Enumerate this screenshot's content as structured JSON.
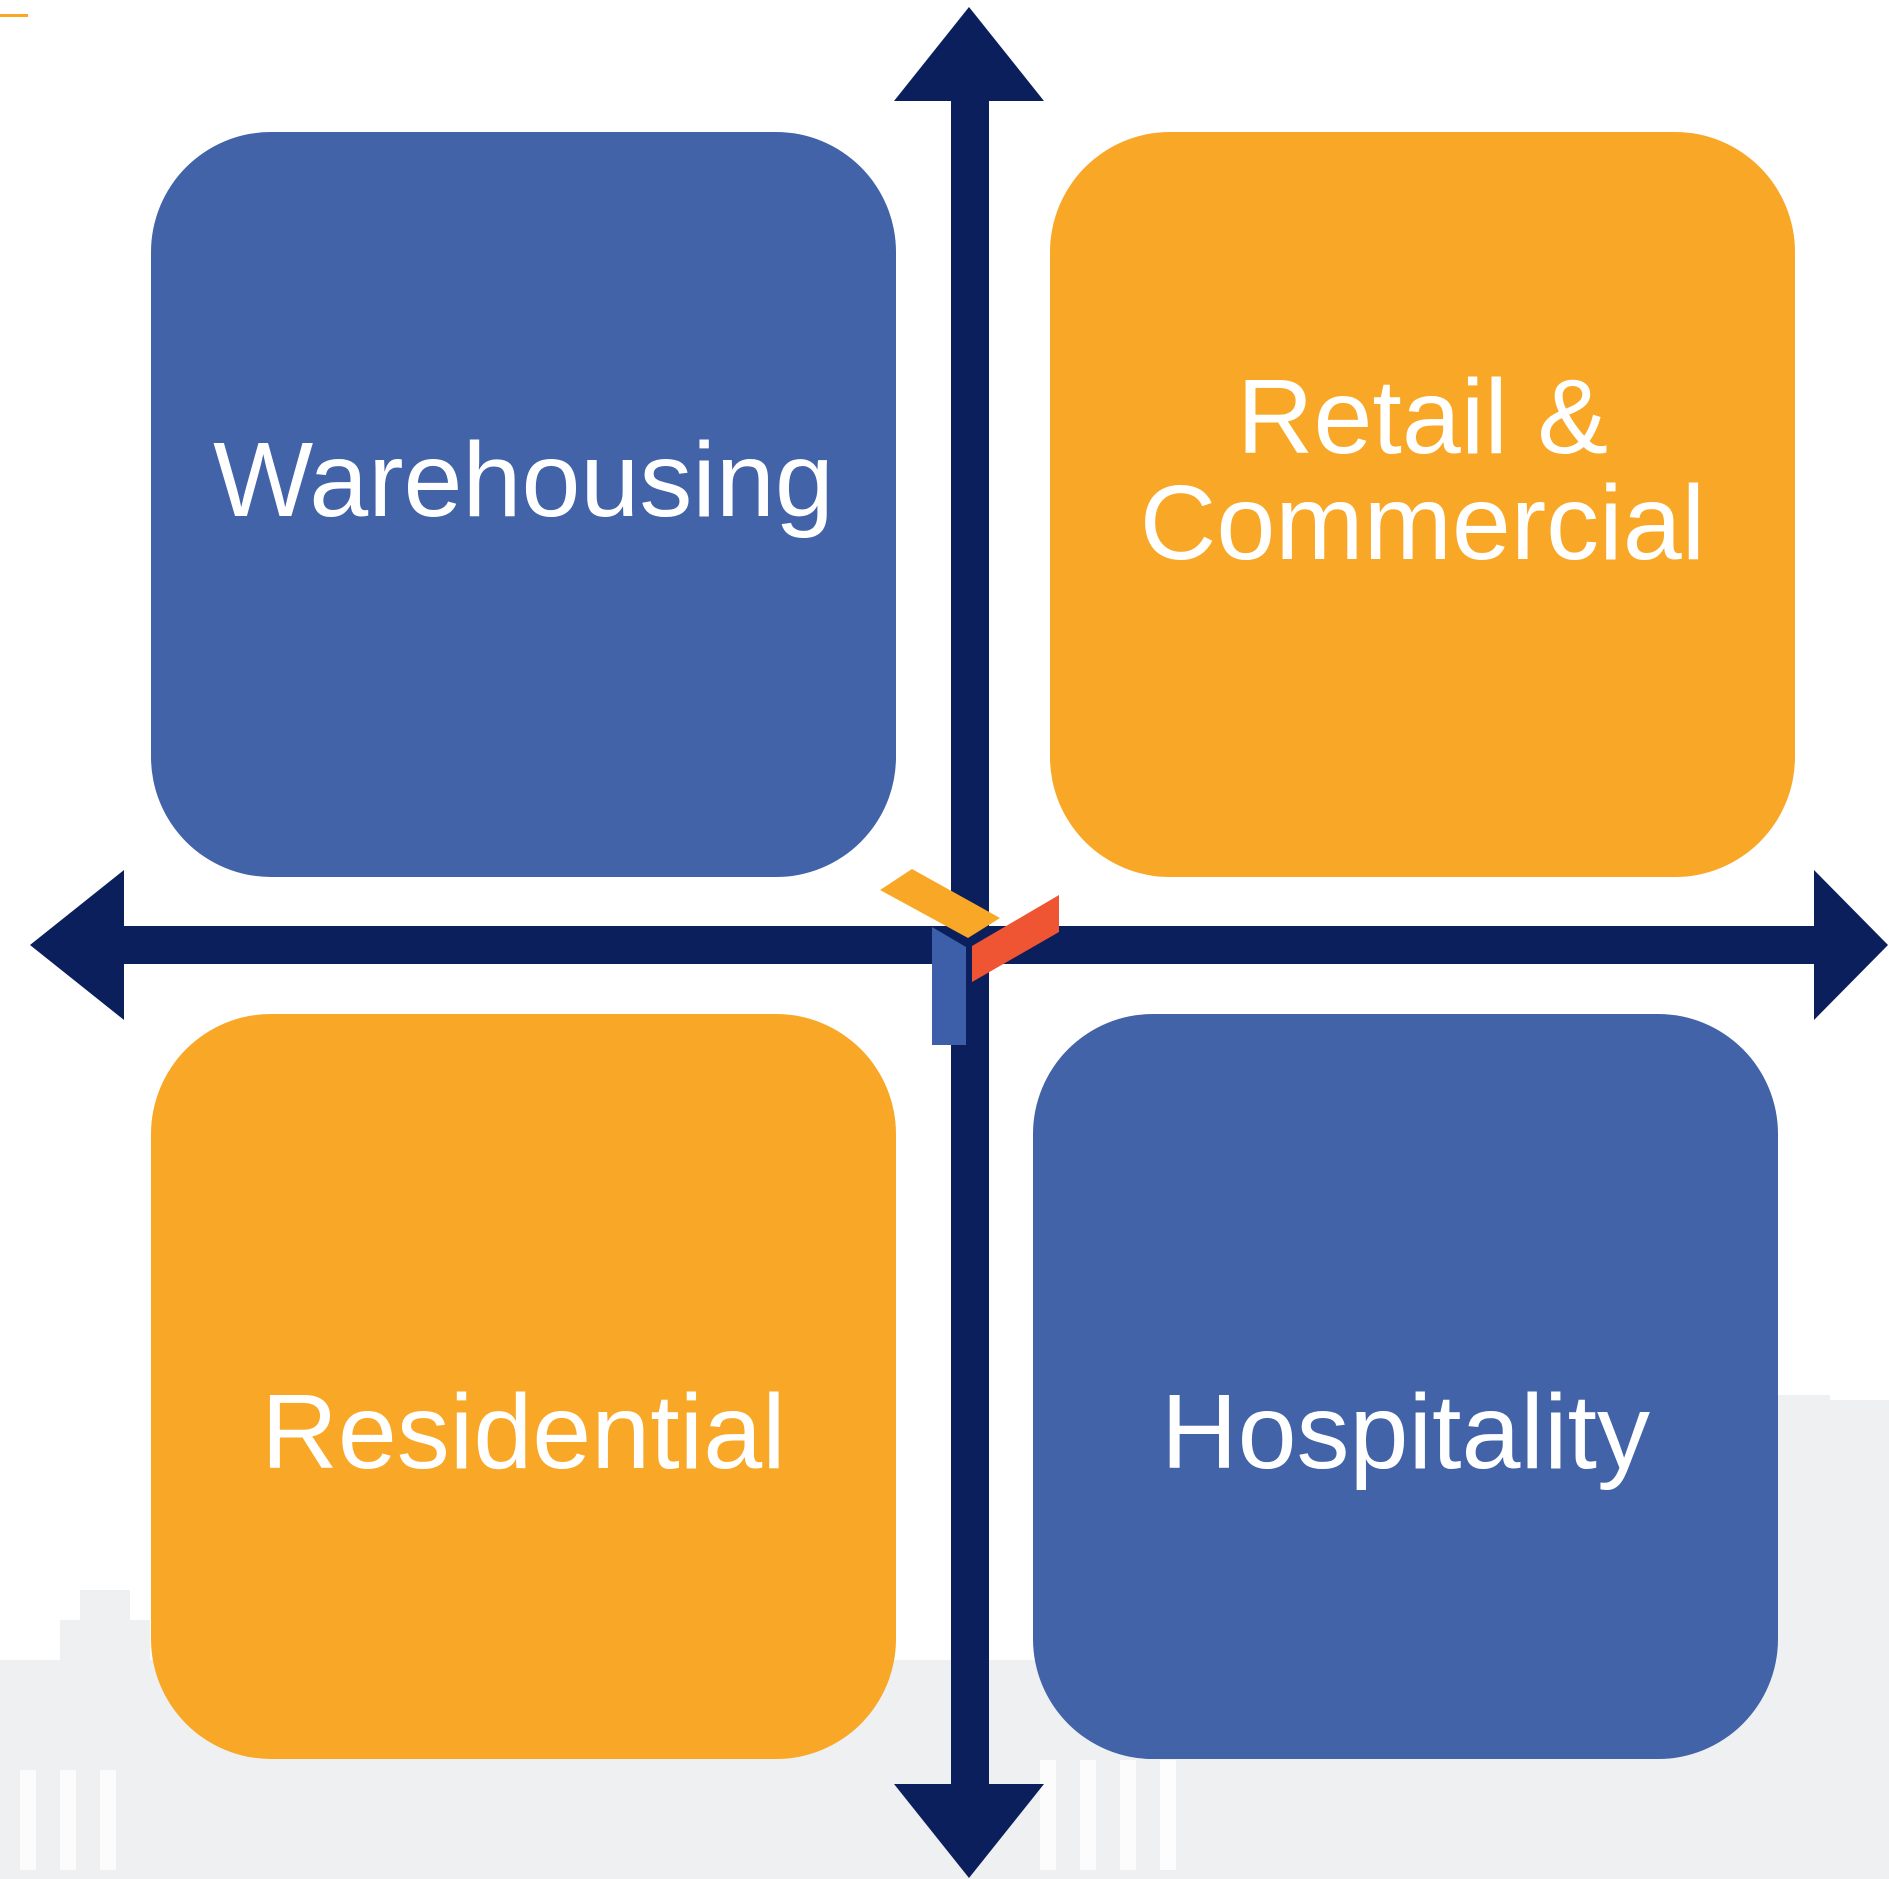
{
  "diagram": {
    "quadrants": {
      "top_left": "Warehousing",
      "top_right": "Retail & Commercial",
      "bottom_left": "Residential",
      "bottom_right": "Hospitality"
    },
    "colors": {
      "blue": "#4263a8",
      "orange": "#f9a727",
      "navy_axis": "#0b1f5c",
      "logo_red": "#ef5433",
      "logo_blue": "#3d5ea9",
      "logo_orange": "#f9a727",
      "skyline": "#eef0f2"
    },
    "icons": {
      "center_logo": "cube-logo-icon",
      "arrows": [
        "arrow-up-icon",
        "arrow-down-icon",
        "arrow-left-icon",
        "arrow-right-icon"
      ]
    }
  }
}
